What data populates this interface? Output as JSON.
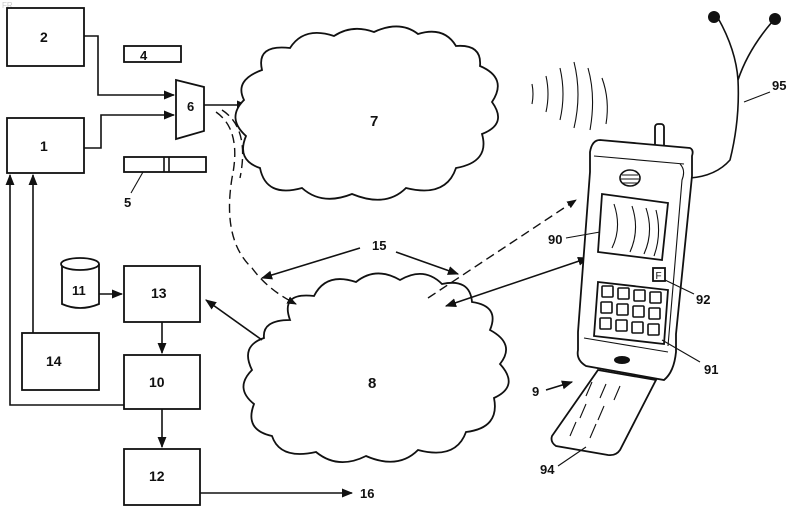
{
  "watermark": "FR",
  "labels": {
    "l1": "1",
    "l2": "2",
    "l4": "4",
    "l5": "5",
    "l6": "6",
    "l7": "7",
    "l8": "8",
    "l9": "9",
    "l10": "10",
    "l11": "11",
    "l12": "12",
    "l13": "13",
    "l14": "14",
    "l15": "15",
    "l16": "16",
    "l90": "90",
    "l91": "91",
    "l92": "92",
    "l94": "94",
    "l95": "95",
    "key_f": "F"
  }
}
